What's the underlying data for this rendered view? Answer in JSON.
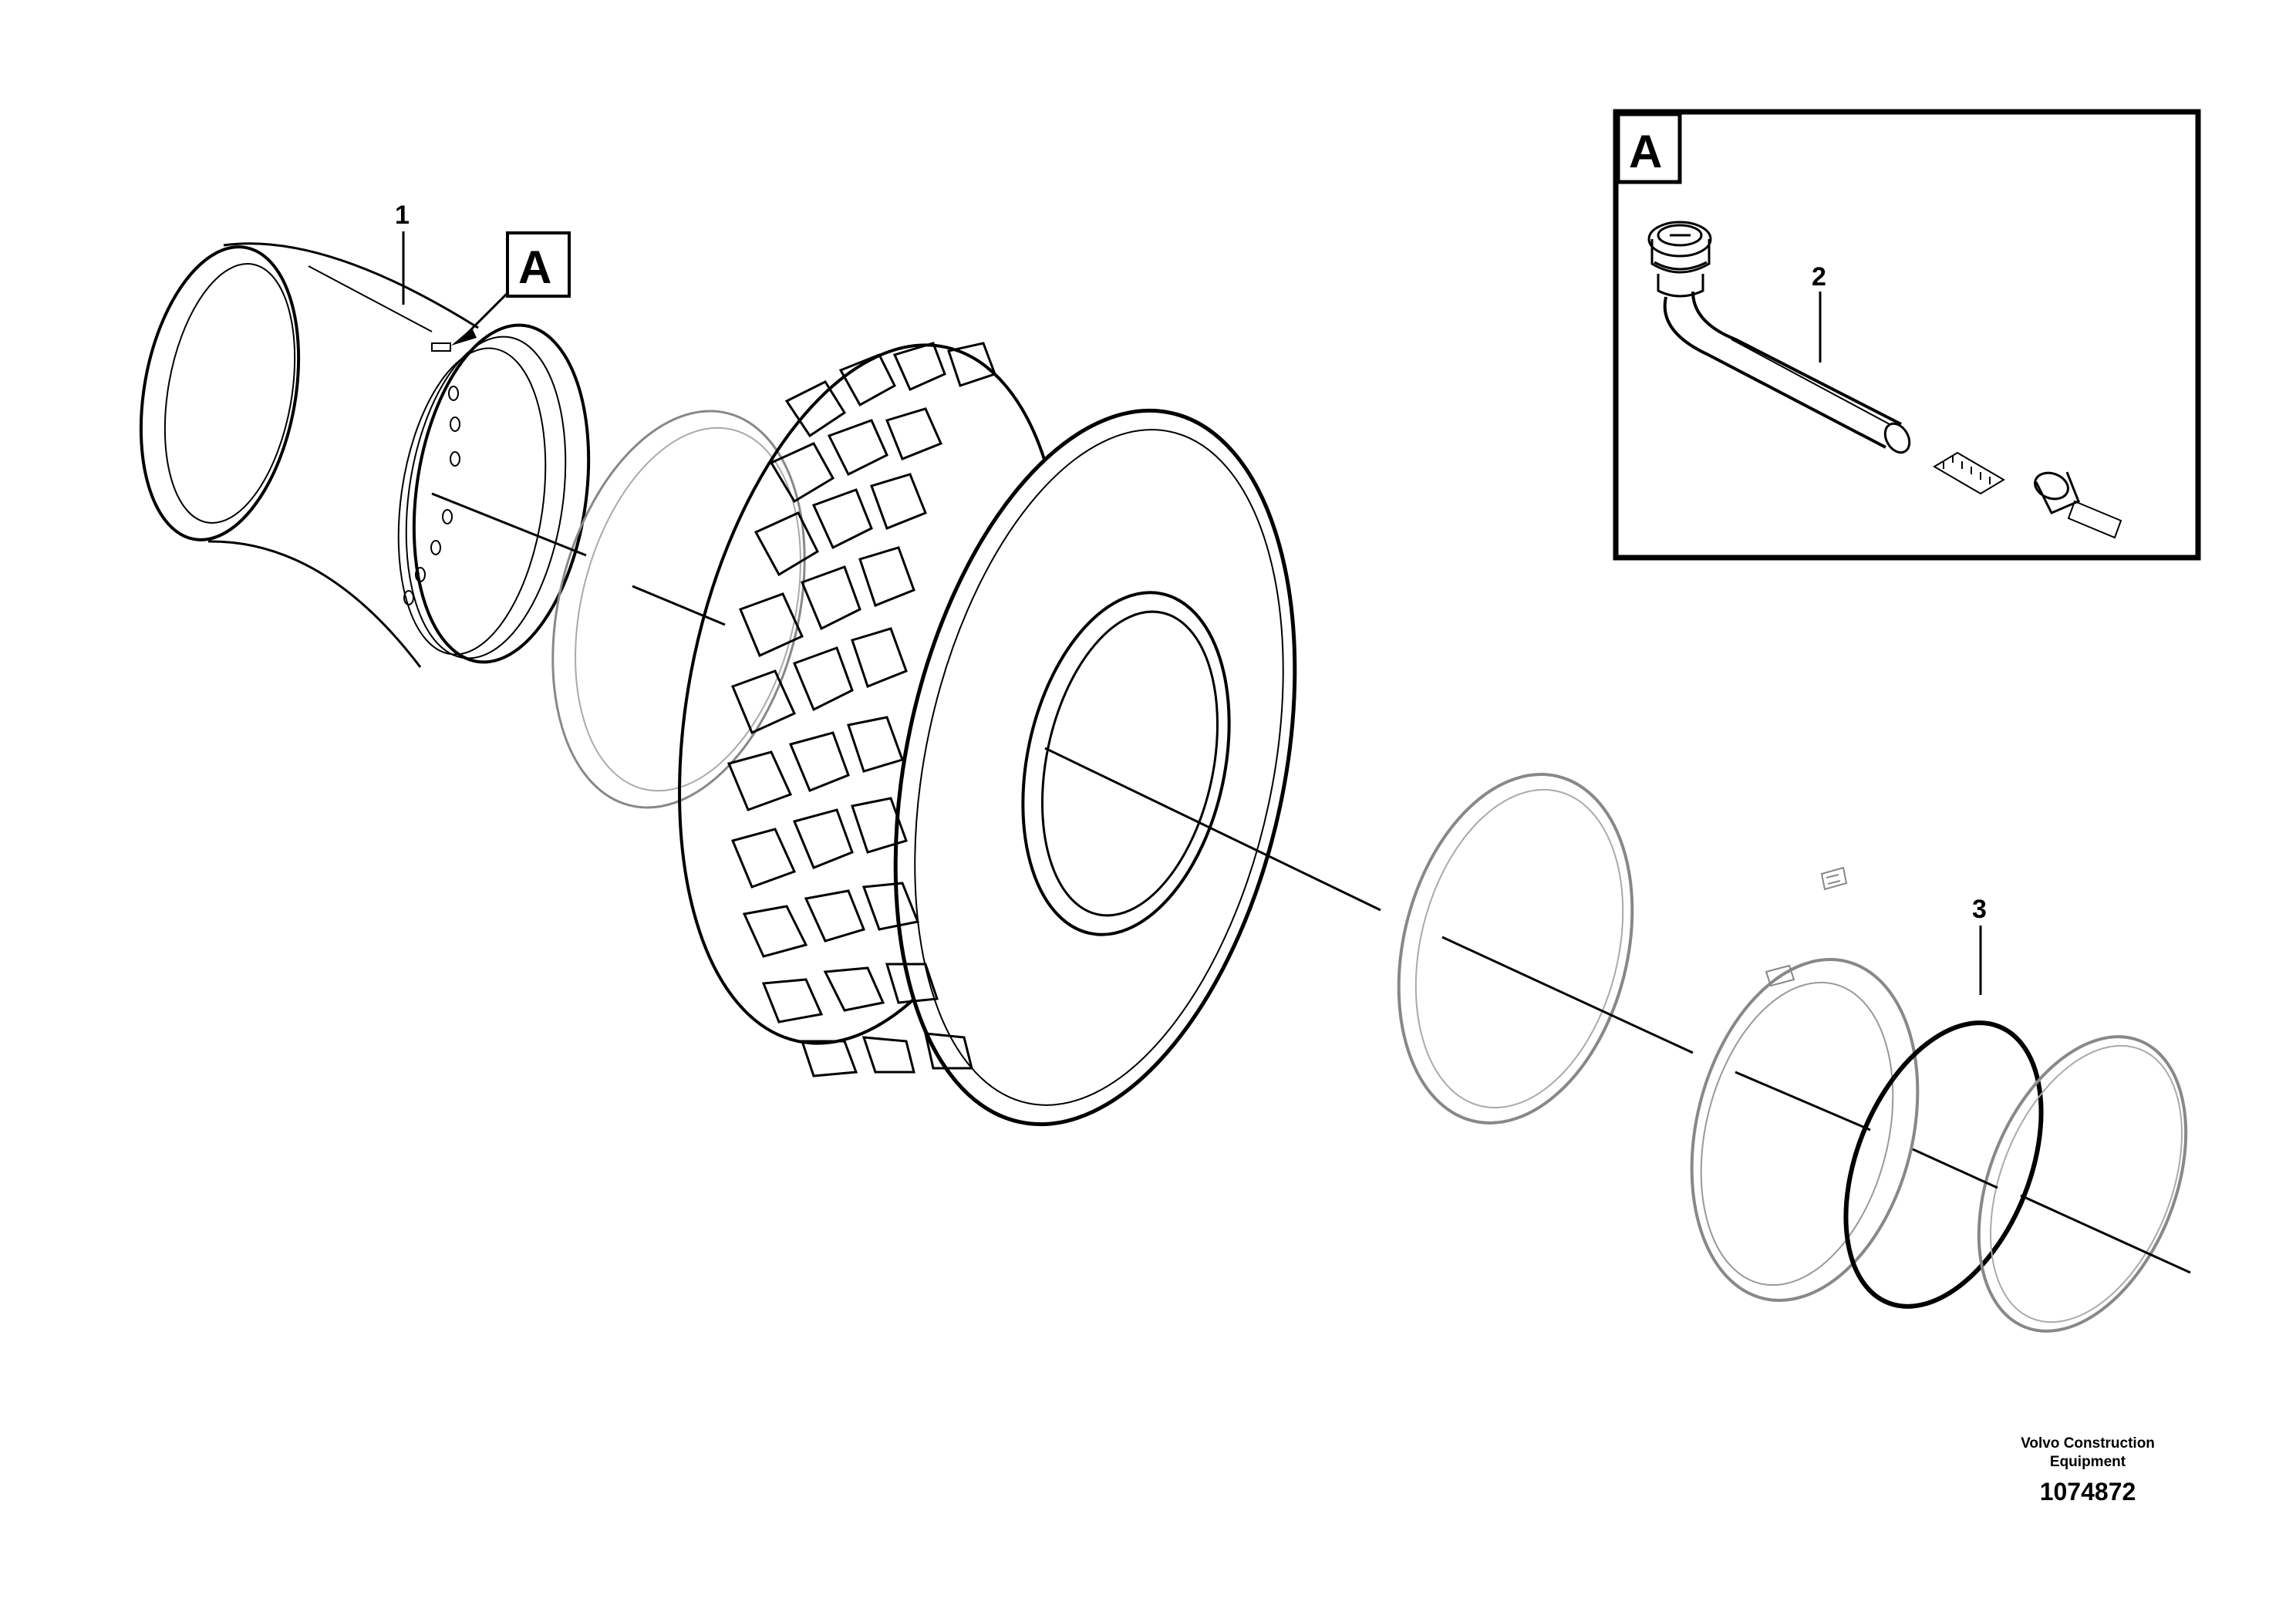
{
  "callouts": {
    "rim": "1",
    "valve": "2",
    "o_ring": "3"
  },
  "detail_label": "A",
  "detail_pointer_label": "A",
  "credit": {
    "line1": "Volvo Construction",
    "line2": "Equipment",
    "number": "1074872"
  }
}
